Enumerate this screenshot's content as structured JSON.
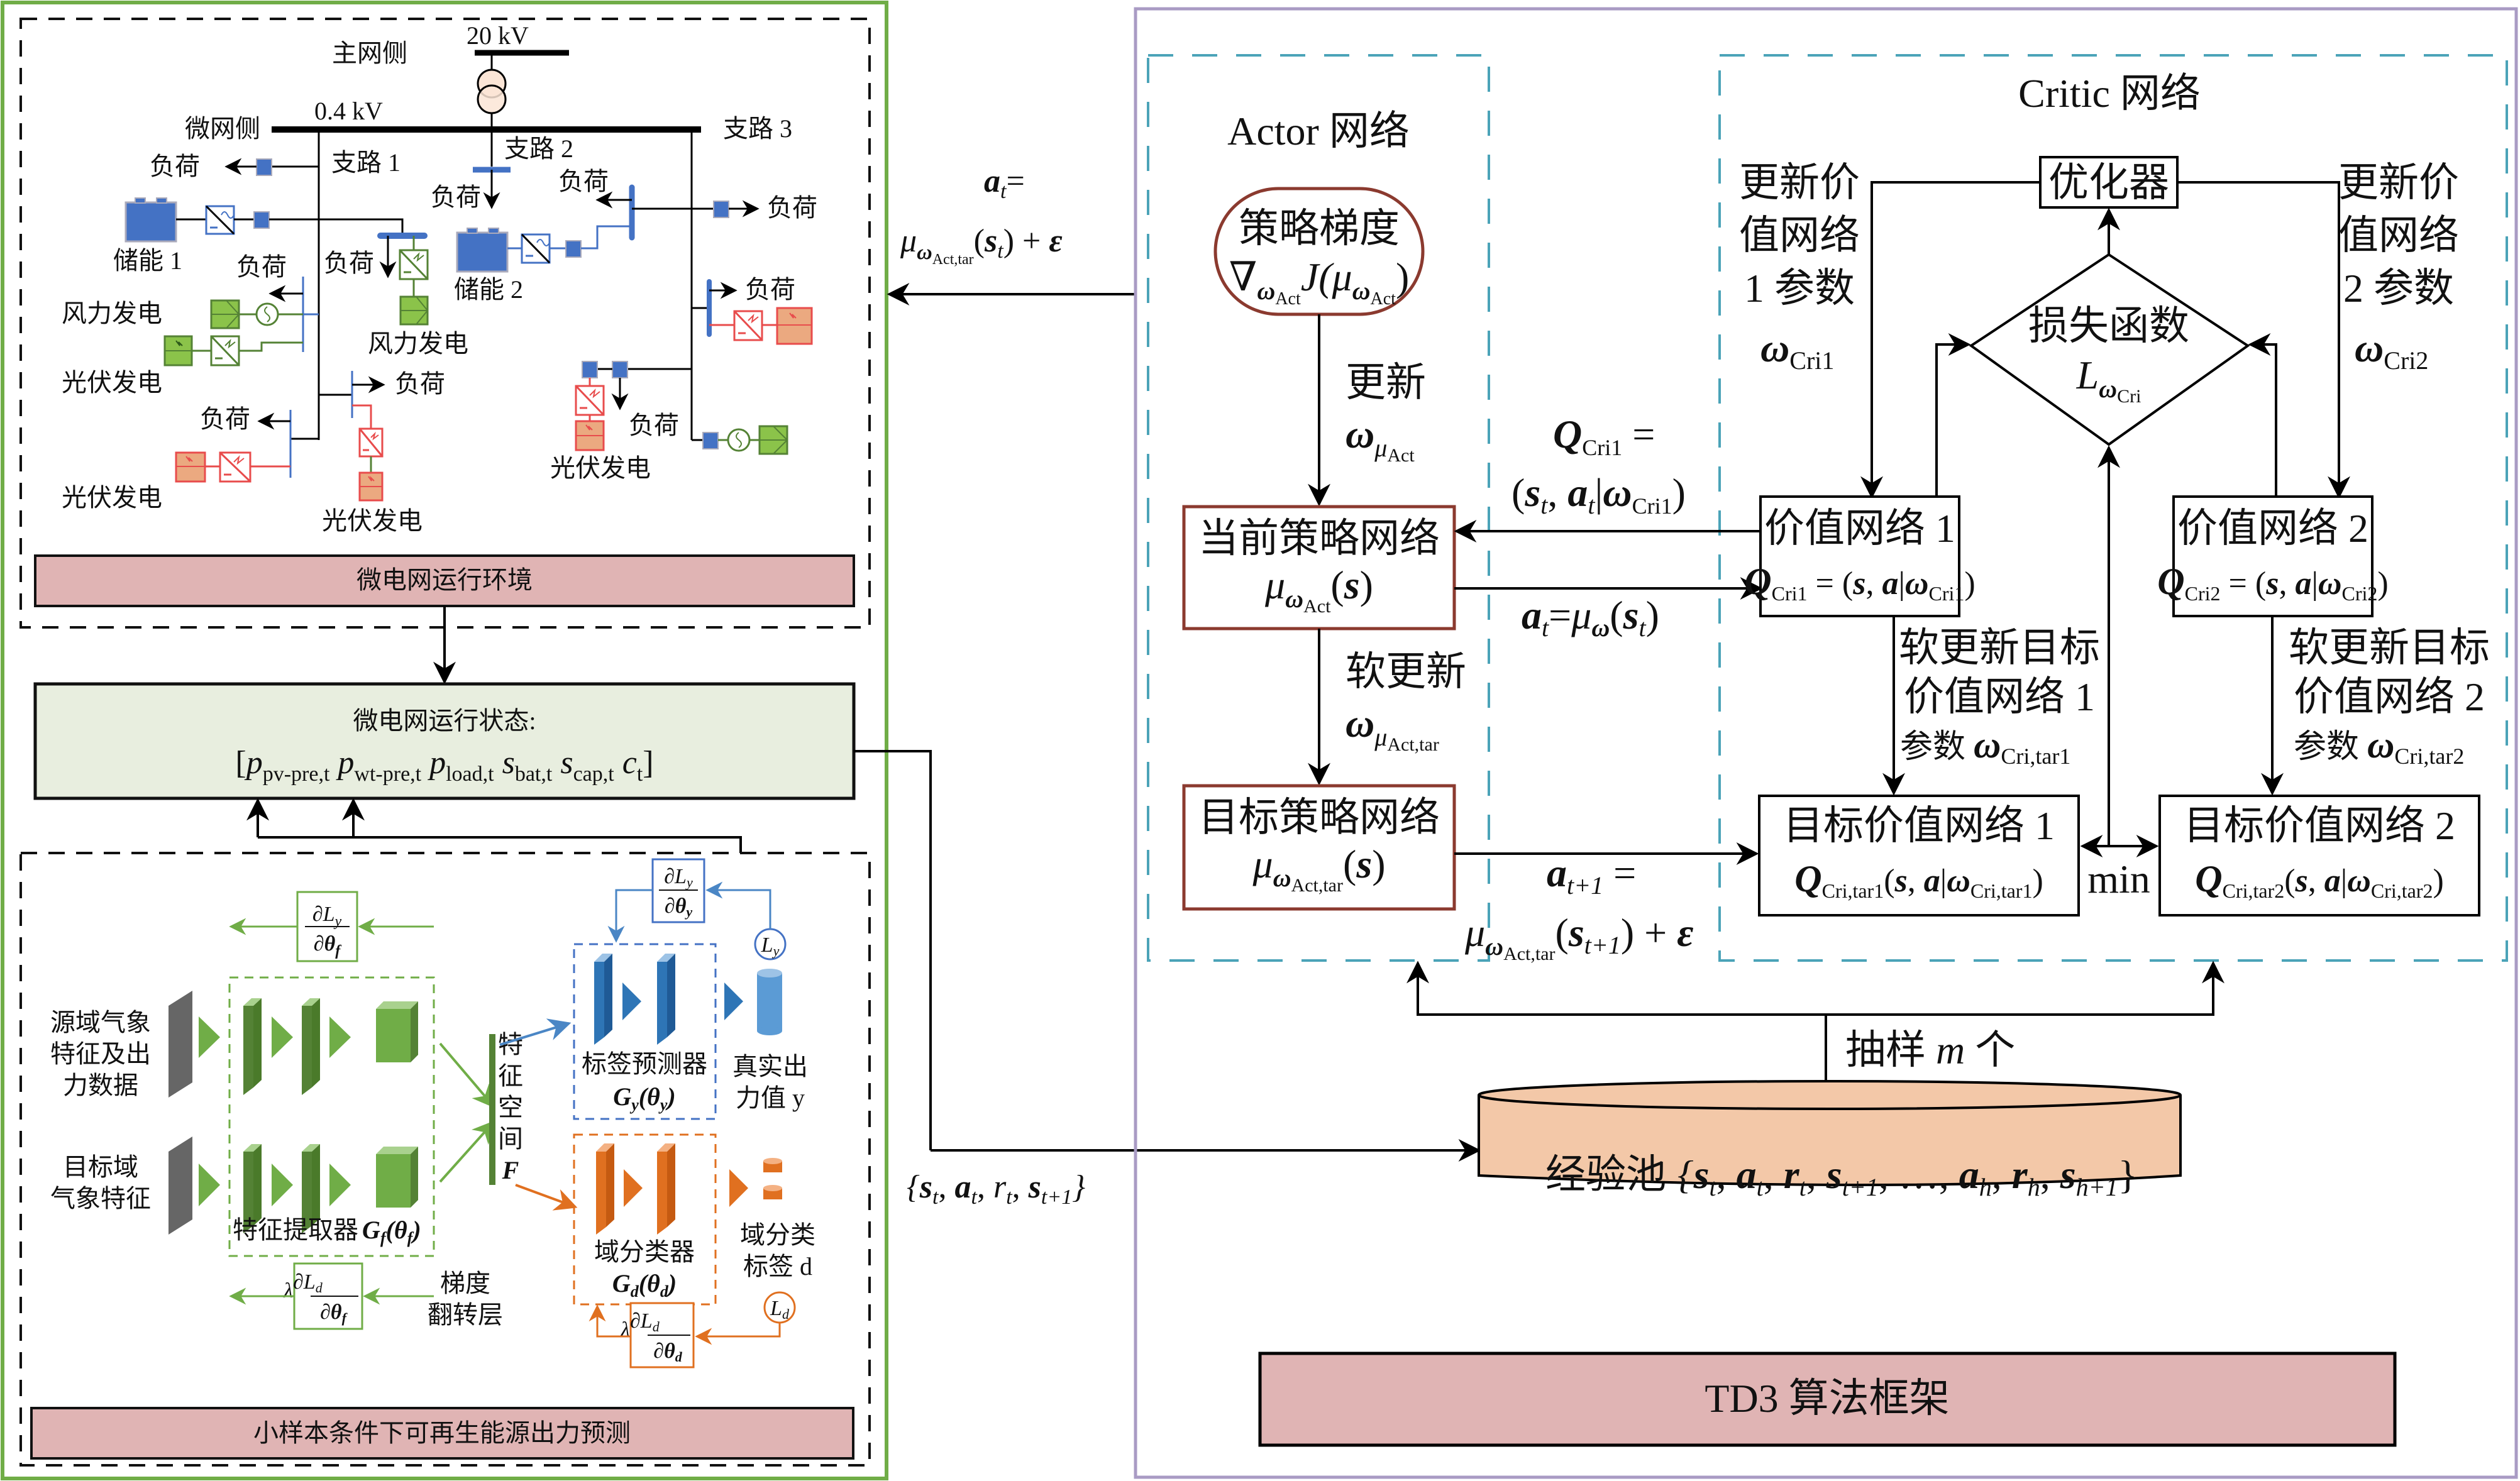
{
  "colors": {
    "left_border": "#70ad47",
    "right_border": "#a99bc4",
    "teal_dash": "#4ba3b8",
    "banner_fill": "#e0b4b4",
    "state_fill": "#e8eedf",
    "pool_fill": "#f3c8a8",
    "actor_box": "#8b3a2f",
    "blue": "#4472c4",
    "green": "#70ad47",
    "dark_green": "#548235",
    "red": "#e84c4c",
    "pv_fill": "#eba980",
    "orange": "#e07020"
  },
  "microgrid": {
    "main_grid_side": "主网侧",
    "voltage_hv": "20 kV",
    "microgrid_side": "微网侧",
    "voltage_lv": "0.4 kV",
    "branch1": "支路 1",
    "branch2": "支路 2",
    "branch3": "支路 3",
    "load": "负荷",
    "storage1": "储能 1",
    "storage2": "储能 2",
    "wind": "风力发电",
    "pv": "光伏发电",
    "banner": "微电网运行环境"
  },
  "state": {
    "title": "微电网运行状态:",
    "vector": "[p_pv-pre,t  p_wt-pre,t  p_load,t  s_bat,t  s_cap,t  c_t]",
    "terms": [
      {
        "base": "p",
        "sub": "pv-pre,t"
      },
      {
        "base": "p",
        "sub": "wt-pre,t"
      },
      {
        "base": "p",
        "sub": "load,t"
      },
      {
        "base": "s",
        "sub": "bat,t"
      },
      {
        "base": "s",
        "sub": "cap,t"
      },
      {
        "base": "c",
        "sub": "t"
      }
    ]
  },
  "forecast": {
    "source_data": [
      "源域气象",
      "特征及出",
      "力数据"
    ],
    "target_data": [
      "目标域",
      "气象特征"
    ],
    "feature_extractor": "特征提取器 G_f(θ_f)",
    "feature_extractor_label": "特征提取器",
    "feature_space": [
      "特",
      "征",
      "空",
      "间"
    ],
    "feature_space_symbol": "F",
    "label_predictor": "标签预测器",
    "label_predictor_fn": "G_y(θ_y)",
    "true_output": [
      "真实出",
      "力值 y"
    ],
    "domain_classifier": "域分类器",
    "domain_classifier_fn": "G_d(θ_d)",
    "domain_label": [
      "域分类",
      "标签 d"
    ],
    "grad_reversal": [
      "梯度",
      "翻转层"
    ],
    "grad_Ly_theta_f": "∂L_y/∂θ_f",
    "grad_Ly_theta_y": "∂L_y/∂θ_y",
    "grad_Ld_theta_f": "λ∂L_d/∂θ_f",
    "grad_Ld_theta_d": "λ∂L_d/∂θ_d",
    "loss_y": "L_y",
    "loss_d": "L_d",
    "banner": "小样本条件下可再生能源出力预测"
  },
  "td3": {
    "action_out_line1": "a_t =",
    "action_out_line2": "μ_ω_Act,tar(s_t) + ε",
    "transition": "{s_t, a_t, r_t, s_t+1}",
    "actor_title": "Actor 网络",
    "critic_title": "Critic 网络",
    "policy_gradient": "策略梯度",
    "policy_gradient_formula": "∇ω_Act J(μ_ω_Act)",
    "update": "更新",
    "update_param": "ω_μAct",
    "current_policy": "当前策略网络",
    "current_policy_fn": "μ_ω_Act(s)",
    "soft_update": "软更新",
    "soft_update_param": "ω_μAct,tar",
    "target_policy": "目标策略网络",
    "target_policy_fn": "μ_ω_Act,tar(s)",
    "q_feedback_line1": "Q_Cri1 =",
    "q_feedback_line2": "(s_t, a_t|ω_Cri1)",
    "action_to_critic": "a_t = μ_ω(s_t)",
    "next_action_line1": "a_t+1 =",
    "next_action_line2": "μ_ω_Act,tar(s_t+1) + ε",
    "optimizer": "优化器",
    "loss_fn": "损失函数",
    "loss_symbol": "L_ω_Cri",
    "update_critic1": [
      "更新价",
      "值网络",
      "1 参数"
    ],
    "update_critic1_param": "ω_Cri1",
    "update_critic2": [
      "更新价",
      "值网络",
      "2 参数"
    ],
    "update_critic2_param": "ω_Cri2",
    "critic1": "价值网络 1",
    "critic1_fn": "Q_Cri1 = (s, a|ω_Cri1)",
    "critic2": "价值网络 2",
    "critic2_fn": "Q_Cri2 = (s, a|ω_Cri2)",
    "soft_update_target1": [
      "软更新目标",
      "价值网络 1",
      "参数 ω_Cri,tar1"
    ],
    "soft_update_target2": [
      "软更新目标",
      "价值网络 2",
      "参数 ω_Cri,tar2"
    ],
    "target_critic1": "目标价值网络 1",
    "target_critic1_fn": "Q_Cri,tar1(s, a|ω_Cri,tar1)",
    "target_critic2": "目标价值网络 2",
    "target_critic2_fn": "Q_Cri,tar2(s, a|ω_Cri,tar2)",
    "min": "min",
    "sample": "抽样 m 个",
    "replay_buffer": "经验池",
    "replay_buffer_set": "{s_t, a_t, r_t, s_t+1, …, a_h, r_h, s_h+1}",
    "banner": "TD3 算法框架"
  }
}
